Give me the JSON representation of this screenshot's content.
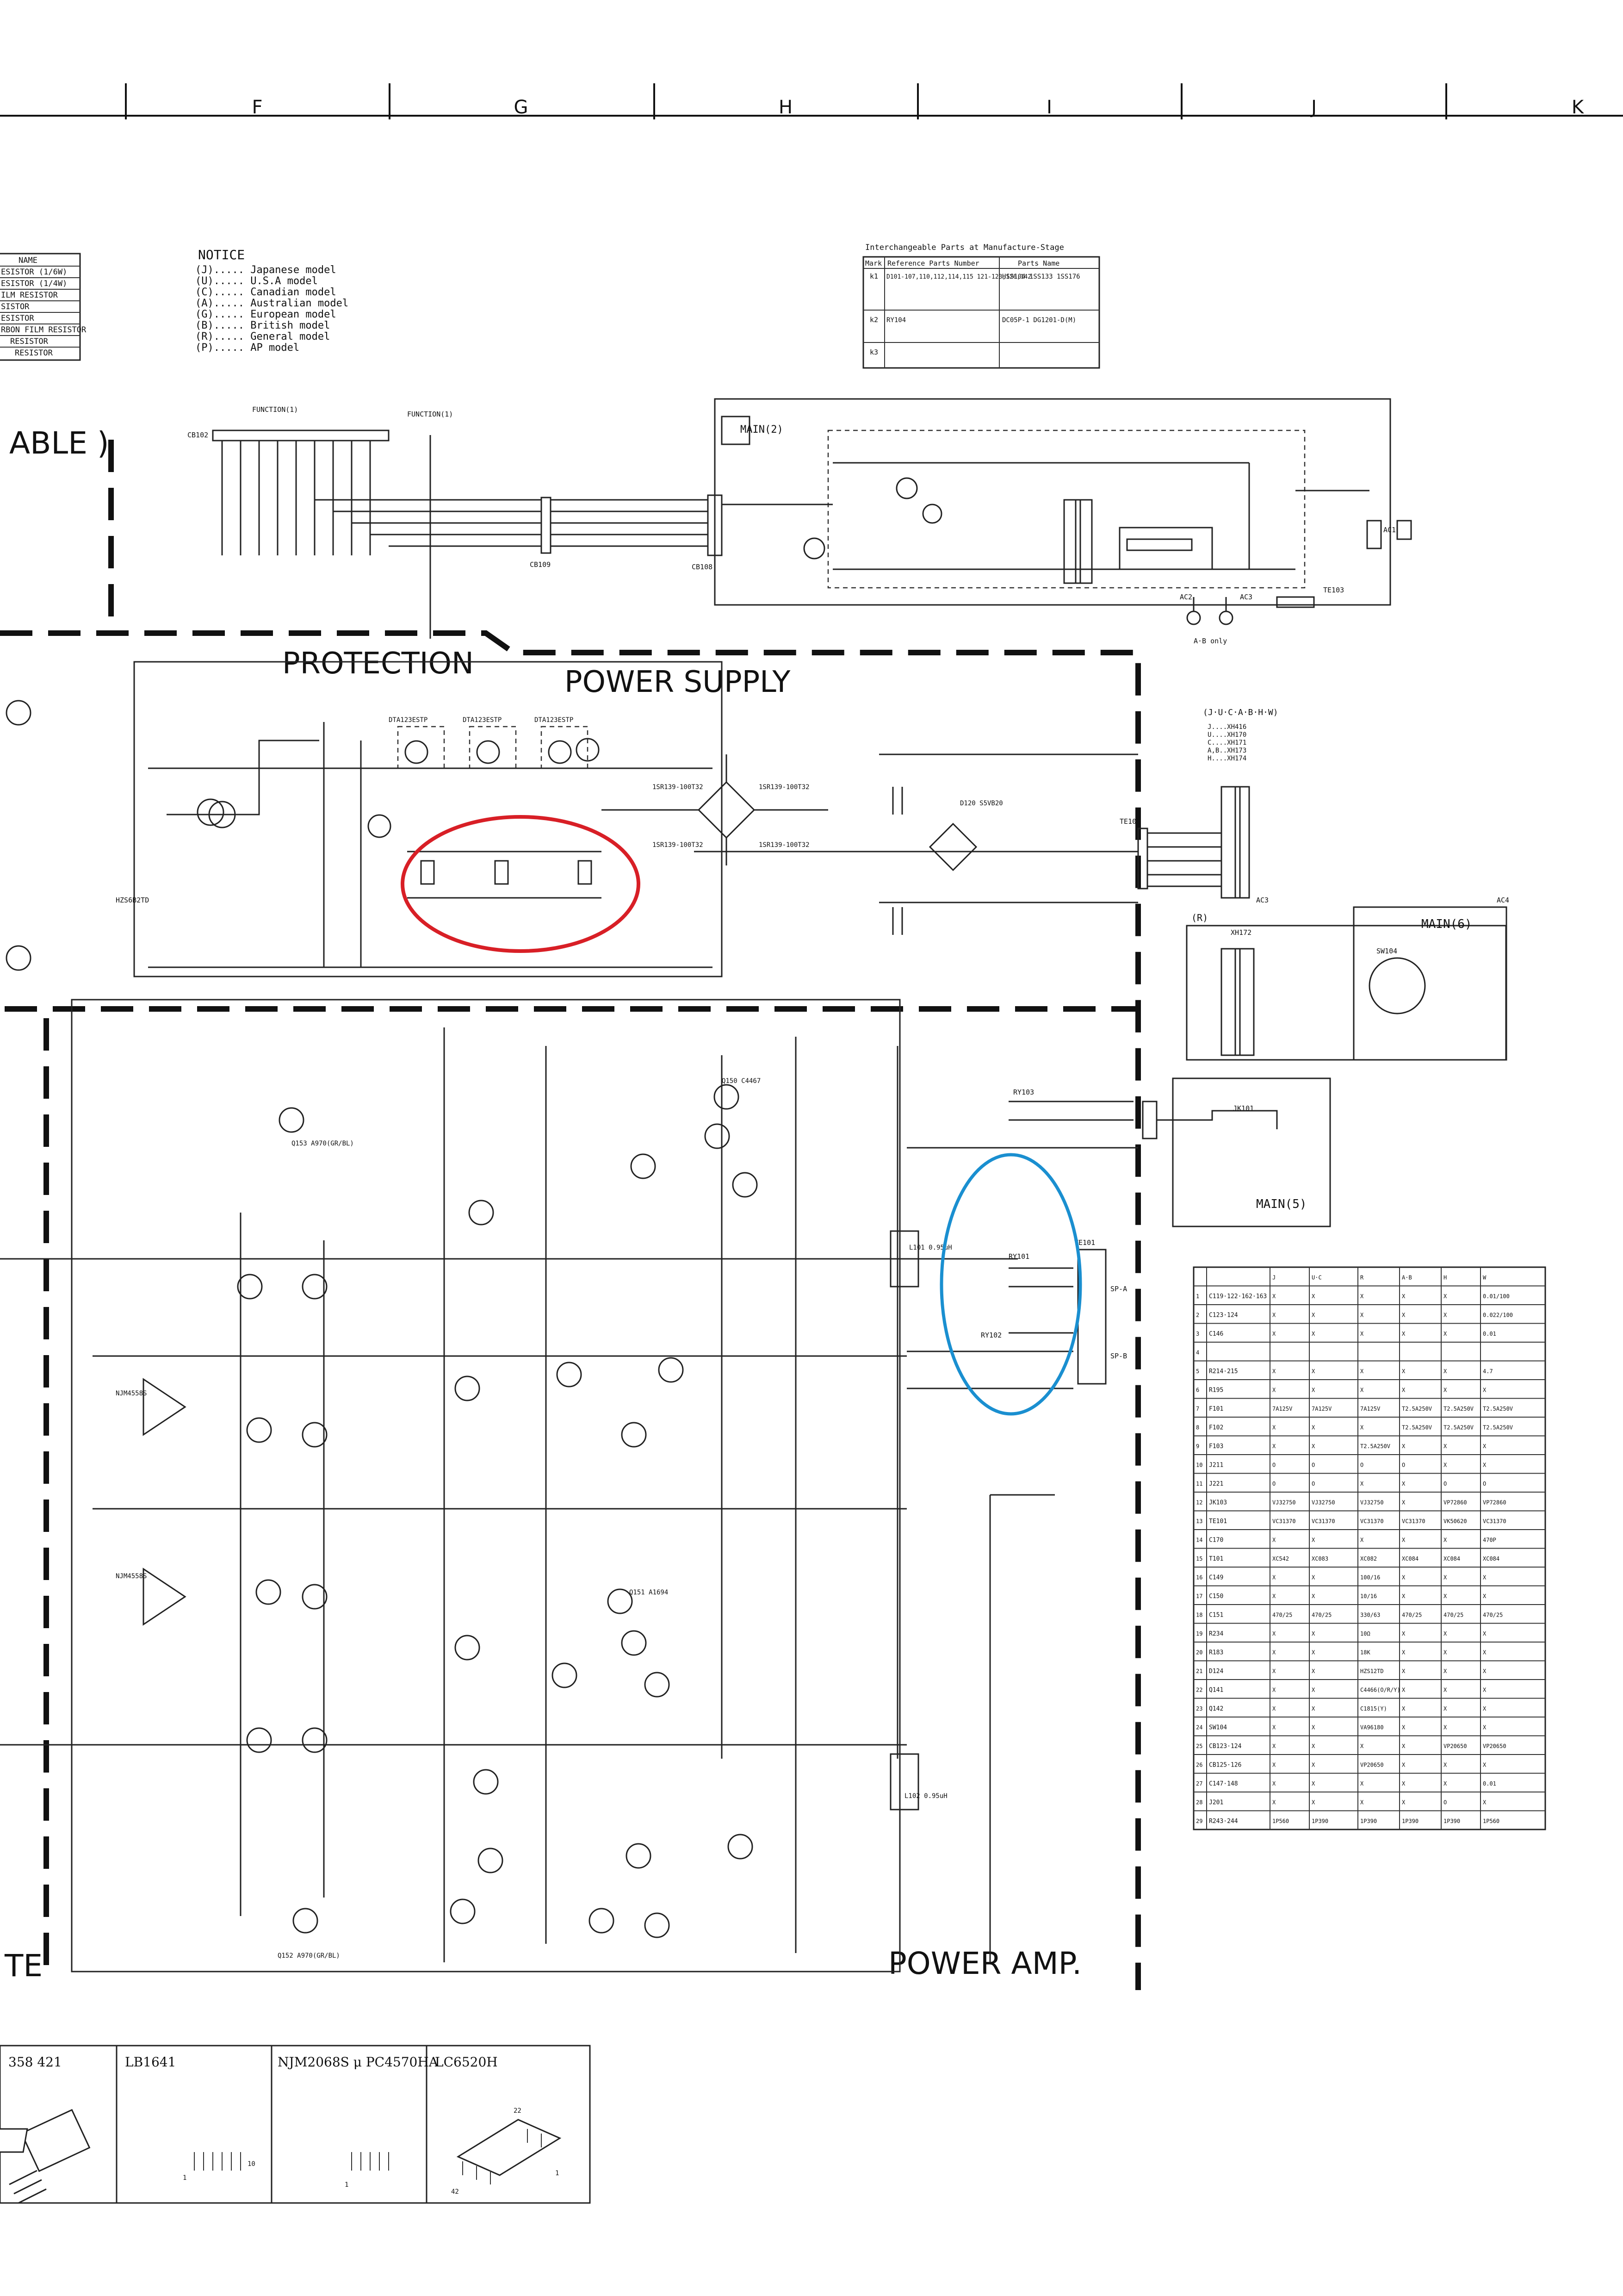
{
  "grid_columns": [
    "F",
    "G",
    "H",
    "I",
    "J",
    "K"
  ],
  "legend_rows": [
    "NAME",
    "ESISTOR  (1/6W)",
    "ESISTOR  (1/4W)",
    "ILM RESISTOR",
    "SISTOR",
    "ESISTOR",
    "RBON FILM RESISTOR",
    "RESISTOR",
    "RESISTOR"
  ],
  "notice": {
    "title": "NOTICE",
    "lines": [
      "(J)..... Japanese model",
      "(U)..... U.S.A model",
      "(C)..... Canadian model",
      "(A)..... Australian model",
      "(G)..... European model",
      "(B)..... British model",
      "(R)..... General model",
      "(P)..... AP model"
    ]
  },
  "interchangeable": {
    "title": "Interchangeable Parts at Manufacture-Stage",
    "headers": [
      "Mark",
      "Reference Parts Number",
      "Parts Name"
    ],
    "rows": [
      [
        "k1",
        "D101-107,110,112,114,115  121-123,126,142",
        "HSS104  1SS133  1SS176"
      ],
      [
        "k2",
        "RY104",
        "DC05P-1  DG1201-D(M)"
      ],
      [
        "k3",
        "",
        ""
      ]
    ]
  },
  "sections": {
    "protection": "PROTECTION",
    "power_supply": "POWER  SUPPLY",
    "power_amp": "POWER  AMP.",
    "able": "ABLE )",
    "te": "TE"
  },
  "boards": {
    "main2": "MAIN(2)",
    "main5": "MAIN(5)",
    "main6": "MAIN(6)"
  },
  "labels": {
    "function1": "FUNCTION(1)",
    "function1b": "FUNCTION(1)",
    "cb102": "CB102",
    "cb109": "CB109",
    "cb108": "CB108",
    "ab_only": "A·B only",
    "model_list": "(J·U·C·A·B·H·W)",
    "xfmr_models": [
      "J....XH416",
      "U....XH170",
      "C....XH171",
      "A,B..XH173",
      "H....XH174"
    ],
    "r_model": "(R)",
    "xh172": "XH172",
    "te102": "TE102",
    "te103": "TE103",
    "te101": "TE101",
    "ry103": "RY103",
    "ry101": "RY101",
    "ry102": "RY102",
    "jk101": "JK101",
    "sw104": "SW104",
    "l101": "L101  0.95uH",
    "l102": "L102  0.95uH",
    "d120": "D120 S5VB20",
    "ac1": "AC1",
    "ac2": "AC2",
    "ac3": "AC3",
    "ac4": "AC4",
    "sp_a": "SP-A",
    "sp_b": "SP-B",
    "supply_diode": "1SR139-100T32",
    "q150": "Q150 C4467",
    "q151": "Q151 A1694",
    "q152": "Q152 A970(GR/BL)",
    "q153": "Q153 A970(GR/BL)",
    "njm1": "NJM4558S",
    "njm2": "NJM4558S",
    "hz1": "HZS6B2TD",
    "dta1": "DTA123ESTP",
    "dta2": "DTA123ESTP",
    "dta3": "DTA123ESTP"
  },
  "parts_table": {
    "headers": [
      "",
      "",
      "J",
      "U·C",
      "R",
      "A·B",
      "H",
      "W"
    ],
    "rows": [
      [
        "1",
        "C119·122·162·163",
        "X",
        "X",
        "X",
        "X",
        "X",
        "0.01/100"
      ],
      [
        "2",
        "C123·124",
        "X",
        "X",
        "X",
        "X",
        "X",
        "0.022/100"
      ],
      [
        "3",
        "C146",
        "X",
        "X",
        "X",
        "X",
        "X",
        "0.01"
      ],
      [
        "4",
        "",
        "",
        "",
        "",
        "",
        "",
        ""
      ],
      [
        "5",
        "R214·215",
        "X",
        "X",
        "X",
        "X",
        "X",
        "4.7"
      ],
      [
        "6",
        "R195",
        "X",
        "X",
        "X",
        "X",
        "X",
        "X"
      ],
      [
        "7",
        "F101",
        "7A125V",
        "7A125V",
        "7A125V",
        "T2.5A250V",
        "T2.5A250V",
        "T2.5A250V"
      ],
      [
        "8",
        "F102",
        "X",
        "X",
        "X",
        "T2.5A250V",
        "T2.5A250V",
        "T2.5A250V"
      ],
      [
        "9",
        "F103",
        "X",
        "X",
        "T2.5A250V",
        "X",
        "X",
        "X"
      ],
      [
        "10",
        "J211",
        "O",
        "O",
        "O",
        "O",
        "X",
        "X"
      ],
      [
        "11",
        "J221",
        "O",
        "O",
        "X",
        "X",
        "O",
        "O"
      ],
      [
        "12",
        "JK103",
        "VJ32750",
        "VJ32750",
        "VJ32750",
        "X",
        "VP72860",
        "VP72860"
      ],
      [
        "13",
        "TE101",
        "VC31370",
        "VC31370",
        "VC31370",
        "VC31370",
        "VK50620",
        "VC31370"
      ],
      [
        "14",
        "C170",
        "X",
        "X",
        "X",
        "X",
        "X",
        "470P"
      ],
      [
        "15",
        "T101",
        "XC542",
        "XC083",
        "XC082",
        "XC084",
        "XC084",
        "XC084"
      ],
      [
        "16",
        "C149",
        "X",
        "X",
        "100/16",
        "X",
        "X",
        "X"
      ],
      [
        "17",
        "C150",
        "X",
        "X",
        "10/16",
        "X",
        "X",
        "X"
      ],
      [
        "18",
        "C151",
        "470/25",
        "470/25",
        "330/63",
        "470/25",
        "470/25",
        "470/25"
      ],
      [
        "19",
        "R234",
        "X",
        "X",
        "10Ω",
        "X",
        "X",
        "X"
      ],
      [
        "20",
        "R183",
        "X",
        "X",
        "18K",
        "X",
        "X",
        "X"
      ],
      [
        "21",
        "D124",
        "X",
        "X",
        "HZS12TD",
        "X",
        "X",
        "X"
      ],
      [
        "22",
        "Q141",
        "X",
        "X",
        "C4466(O/R/Y)",
        "X",
        "X",
        "X"
      ],
      [
        "23",
        "Q142",
        "X",
        "X",
        "C1815(Y)",
        "X",
        "X",
        "X"
      ],
      [
        "24",
        "SW104",
        "X",
        "X",
        "VA96180",
        "X",
        "X",
        "X"
      ],
      [
        "25",
        "CB123·124",
        "X",
        "X",
        "X",
        "X",
        "VP20650",
        "VP20650"
      ],
      [
        "26",
        "CB125·126",
        "X",
        "X",
        "VP20650",
        "X",
        "X",
        "X"
      ],
      [
        "27",
        "C147·148",
        "X",
        "X",
        "X",
        "X",
        "X",
        "0.01"
      ],
      [
        "28",
        "J201",
        "X",
        "X",
        "X",
        "X",
        "O",
        "X"
      ],
      [
        "29",
        "R243·244",
        "1P560",
        "1P390",
        "1P390",
        "1P390",
        "1P390",
        "1P560"
      ]
    ]
  },
  "ic_packages": [
    "358  421",
    "LB1641",
    "NJM2068S  μ PC4570HA",
    "LC6520H"
  ],
  "ic_pins": {
    "lb1641_1": "1",
    "lb1641_10": "10",
    "njm_1": "1",
    "lc_22": "22",
    "lc_42": "42",
    "lc_1": "1"
  },
  "highlight_colors": {
    "red_ellipse": "#d81f26",
    "blue_ellipse": "#1a8fd0"
  }
}
